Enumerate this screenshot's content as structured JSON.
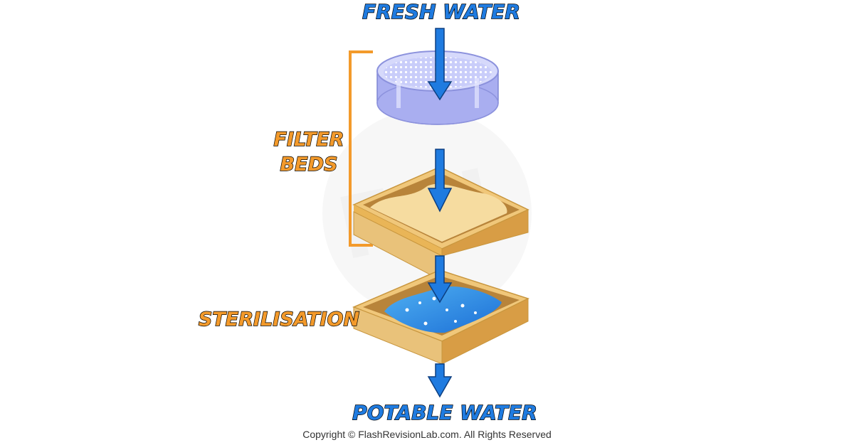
{
  "labels": {
    "input": "FRESH WATER",
    "stage1_line1": "FILTER",
    "stage1_line2": "BEDS",
    "stage2": "STERILISATION",
    "output": "POTABLE WATER"
  },
  "copyright": "Copyright © FlashRevisionLab.com. All Rights Reserved",
  "icons": [
    "sieve-icon",
    "sand-tray-icon",
    "water-tray-icon",
    "down-arrow-icon",
    "bracket-icon",
    "watermark-logo-icon"
  ],
  "colors": {
    "arrow": "#1f7be0",
    "label_blue": "#1f7be0",
    "label_orange": "#f39a2b",
    "bracket": "#f39a2b",
    "sieve": "#a9aef0",
    "tray_frame": "#e9be6c",
    "sand": "#f3d79a",
    "water": "#2f8fe8"
  }
}
